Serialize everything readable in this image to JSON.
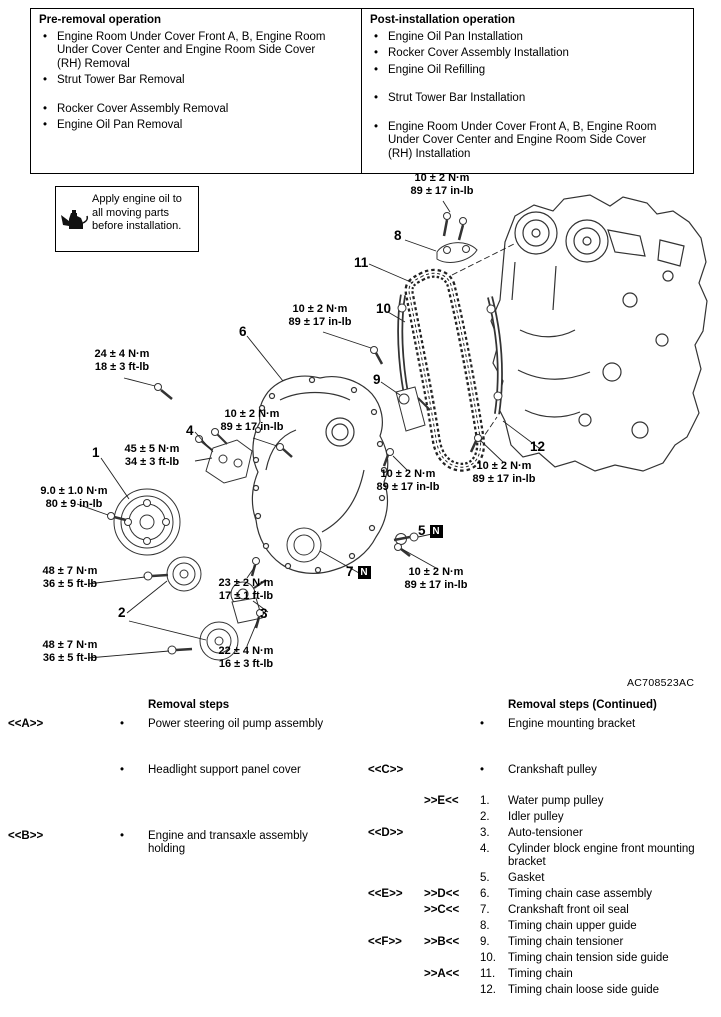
{
  "op_table": {
    "left": {
      "header": "Pre-removal operation",
      "items": [
        "Engine Room Under Cover Front A, B, Engine Room Under Cover Center and Engine Room Side Cover (RH) Removal",
        "Strut Tower Bar Removal",
        "Rocker Cover Assembly Removal",
        "Engine Oil Pan Removal"
      ]
    },
    "right": {
      "header": "Post-installation operation",
      "items": [
        "Engine Oil Pan Installation",
        "Rocker Cover Assembly Installation",
        "Engine Oil Refilling",
        "Strut Tower Bar Installation",
        "Engine Room Under Cover Front A, B, Engine Room Under Cover Center and Engine Room Side Cover (RH) Installation"
      ]
    }
  },
  "note": {
    "text": "Apply engine oil to all moving parts before installation."
  },
  "diagram": {
    "figure_code": "AC708523AC",
    "new_part_marker": "N",
    "torques": [
      {
        "l1": "10 ± 2 N·m",
        "l2": "89 ± 17 in-lb"
      },
      {
        "l1": "10 ± 2 N·m",
        "l2": "89 ± 17 in-lb"
      },
      {
        "l1": "24 ± 4 N·m",
        "l2": "18 ± 3 ft-lb"
      },
      {
        "l1": "10 ± 2 N·m",
        "l2": "89 ± 17 in-lb"
      },
      {
        "l1": "45 ± 5 N·m",
        "l2": "34 ± 3 ft-lb"
      },
      {
        "l1": "9.0 ± 1.0 N·m",
        "l2": "80 ± 9 in-lb"
      },
      {
        "l1": "10 ± 2 N·m",
        "l2": "89 ± 17 in-lb"
      },
      {
        "l1": "10 ± 2 N·m",
        "l2": "89 ± 17 in-lb"
      },
      {
        "l1": "48 ± 7 N·m",
        "l2": "36 ± 5 ft-lb"
      },
      {
        "l1": "23 ± 2 N·m",
        "l2": "17 ± 1 ft-lb"
      },
      {
        "l1": "10 ± 2 N·m",
        "l2": "89 ± 17 in-lb"
      },
      {
        "l1": "48 ± 7 N·m",
        "l2": "36 ± 5 ft-lb"
      },
      {
        "l1": "22 ± 4 N·m",
        "l2": "16 ± 3 ft-lb"
      }
    ],
    "callouts": {
      "c1": "1",
      "c2": "2",
      "c3": "3",
      "c4": "4",
      "c5": "5",
      "c6": "6",
      "c7": "7",
      "c8": "8",
      "c9": "9",
      "c10": "10",
      "c11": "11",
      "c12": "12"
    }
  },
  "steps_left": {
    "header": "Removal steps",
    "rows": [
      {
        "m1": "<<A>>",
        "text": "Power steering oil pump assembly"
      },
      {
        "text": "Headlight support panel cover"
      },
      {
        "m1": "<<B>>",
        "text": "Engine and transaxle assembly holding"
      }
    ]
  },
  "steps_right": {
    "header": "Removal steps (Continued)",
    "rows": [
      {
        "text": "Engine mounting bracket"
      },
      {
        "m1": "<<C>>",
        "text": "Crankshaft pulley"
      },
      {
        "m2": ">>E<<",
        "num": "1.",
        "text": "Water pump pulley"
      },
      {
        "num": "2.",
        "text": "Idler pulley"
      },
      {
        "m1": "<<D>>",
        "num": "3.",
        "text": "Auto-tensioner"
      },
      {
        "num": "4.",
        "text": "Cylinder block engine front mounting bracket"
      },
      {
        "num": "5.",
        "text": "Gasket"
      },
      {
        "m1": "<<E>>",
        "m2": ">>D<<",
        "num": "6.",
        "text": "Timing chain case assembly"
      },
      {
        "m2": ">>C<<",
        "num": "7.",
        "text": "Crankshaft front oil seal"
      },
      {
        "num": "8.",
        "text": "Timing chain upper guide"
      },
      {
        "m1": "<<F>>",
        "m2": ">>B<<",
        "num": "9.",
        "text": "Timing chain tensioner"
      },
      {
        "num": "10.",
        "text": "Timing chain tension side guide"
      },
      {
        "m2": ">>A<<",
        "num": "11.",
        "text": "Timing chain"
      },
      {
        "num": "12.",
        "text": "Timing chain loose side guide"
      }
    ]
  }
}
